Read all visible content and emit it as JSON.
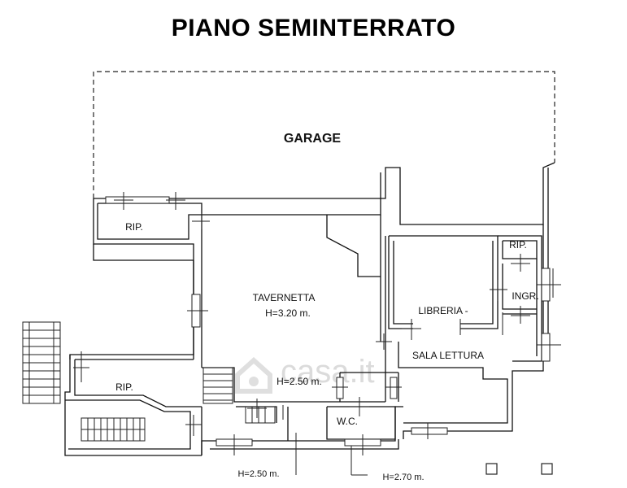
{
  "title": "PIANO SEMINTERRATO",
  "rooms": {
    "garage": "GARAGE",
    "rip_left": "RIP.",
    "rip_right": "RIP.",
    "rip_lower": "RIP.",
    "tavernetta": "TAVERNETTA",
    "tavernetta_height": "H=3.20 m.",
    "tavernetta_height2": "H=2.50 m.",
    "libreria": "LIBRERIA -",
    "sala_lettura": "SALA LETTURA",
    "ingr": "INGR.",
    "wc": "W.C."
  },
  "dimensions": {
    "h_left": "H=2.50 m.",
    "h_right": "H=2.70 m."
  },
  "watermark": "casa.it"
}
